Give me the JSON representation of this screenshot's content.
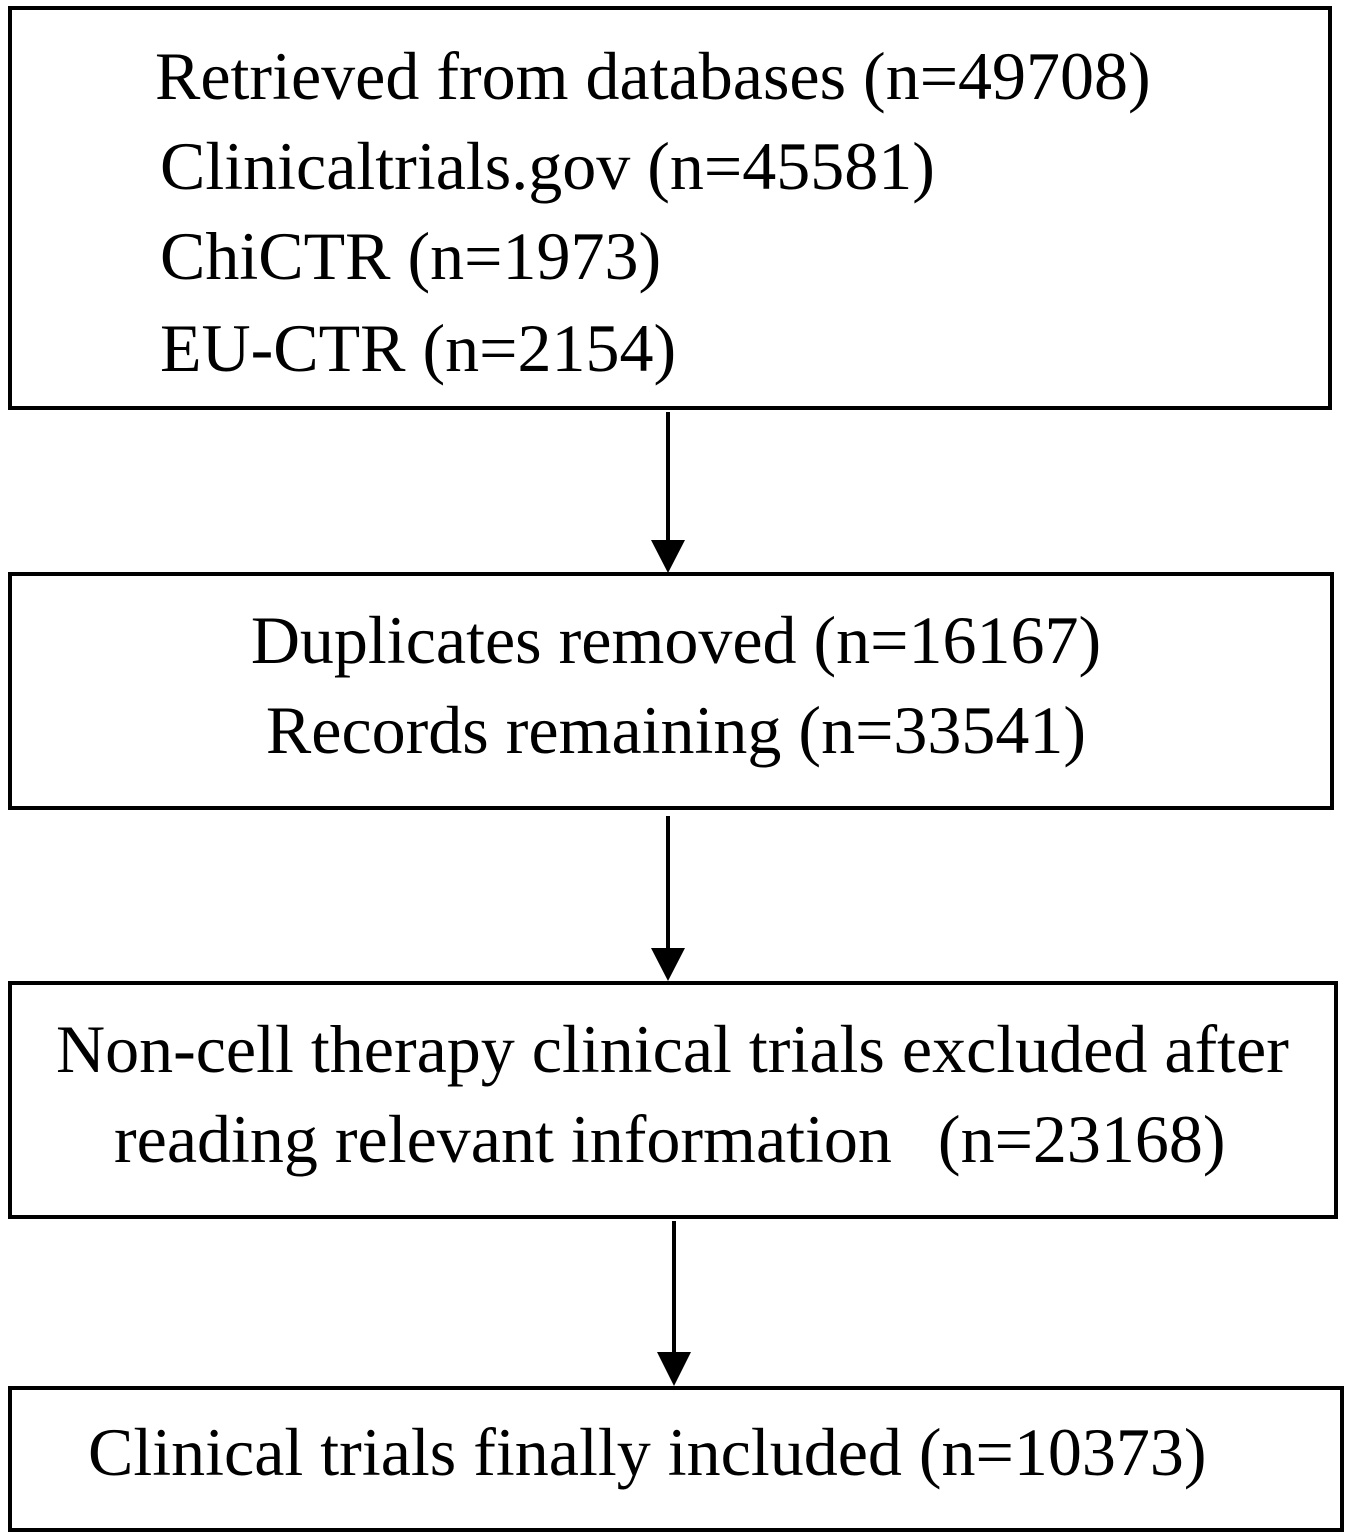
{
  "flowchart": {
    "box1": {
      "lines": [
        "Retrieved from databases (n=49708)",
        "Clinicaltrials.gov (n=45581)",
        "ChiCTR (n=1973)",
        "EU-CTR (n=2154)"
      ]
    },
    "box2": {
      "lines": [
        "Duplicates removed (n=16167)",
        "Records remaining (n=33541)"
      ]
    },
    "box3": {
      "lines": [
        "Non-cell therapy clinical trials excluded after",
        "reading relevant information",
        "(n=23168)"
      ]
    },
    "box4": {
      "lines": [
        "Clinical trials finally included (n=10373)"
      ]
    }
  },
  "colors": {
    "stroke": "#000000",
    "background": "#ffffff"
  }
}
